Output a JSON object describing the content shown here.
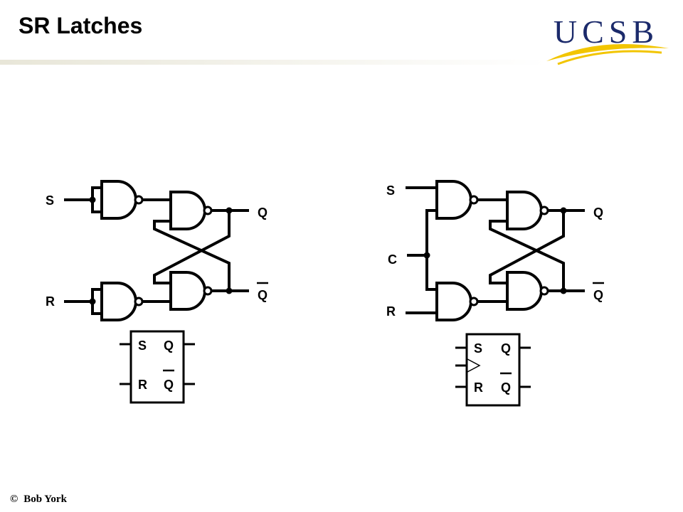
{
  "slide": {
    "title": "SR Latches",
    "logo_text": "UCSB",
    "footer_copyright": "©",
    "footer_author": "Bob York"
  },
  "colors": {
    "logo_navy": "#1b2a6b",
    "logo_gold": "#f2c500"
  },
  "latch": {
    "s": "S",
    "r": "R",
    "q": "Q",
    "qbar": "Q"
  },
  "gated_latch": {
    "s": "S",
    "c": "C",
    "r": "R",
    "q": "Q",
    "qbar": "Q"
  },
  "latch_symbol": {
    "s": "S",
    "r": "R",
    "q": "Q",
    "qbar": "Q"
  },
  "gated_symbol": {
    "s": "S",
    "r": "R",
    "q": "Q",
    "qbar": "Q"
  }
}
